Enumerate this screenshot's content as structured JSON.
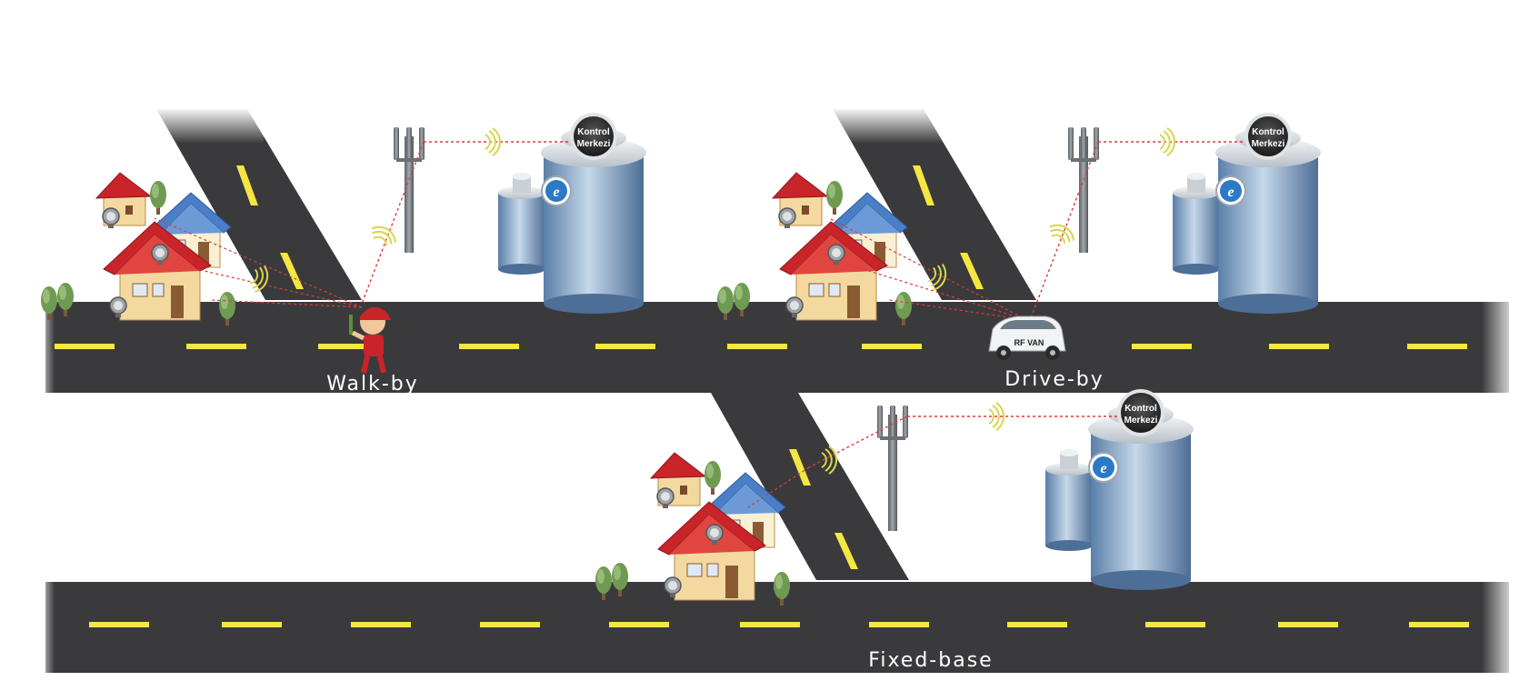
{
  "scenarios": [
    {
      "label": "Walk-by"
    },
    {
      "label": "Drive-by"
    },
    {
      "label": "Fixed-base"
    }
  ],
  "control_center": {
    "line1": "Kontrol",
    "line2": "Merkezi"
  },
  "vehicle": {
    "label": "RF VAN"
  },
  "colors": {
    "road": "#3a3a3c",
    "lane_mark": "#f5e642",
    "roof_red": "#c8242a",
    "roof_blue": "#4a7fc8",
    "wall": "#f3d9a0",
    "signal": "#e03a3a",
    "wave": "#d8d64a",
    "building": "#7fa3c8",
    "ie_badge": "#2c79c6"
  },
  "icons": [
    "house-icon",
    "meter-icon",
    "tree-icon",
    "cell-tower-icon",
    "wireless-wave-icon",
    "skyscraper-icon",
    "ie-badge-icon",
    "meter-reader-person-icon",
    "van-icon"
  ]
}
